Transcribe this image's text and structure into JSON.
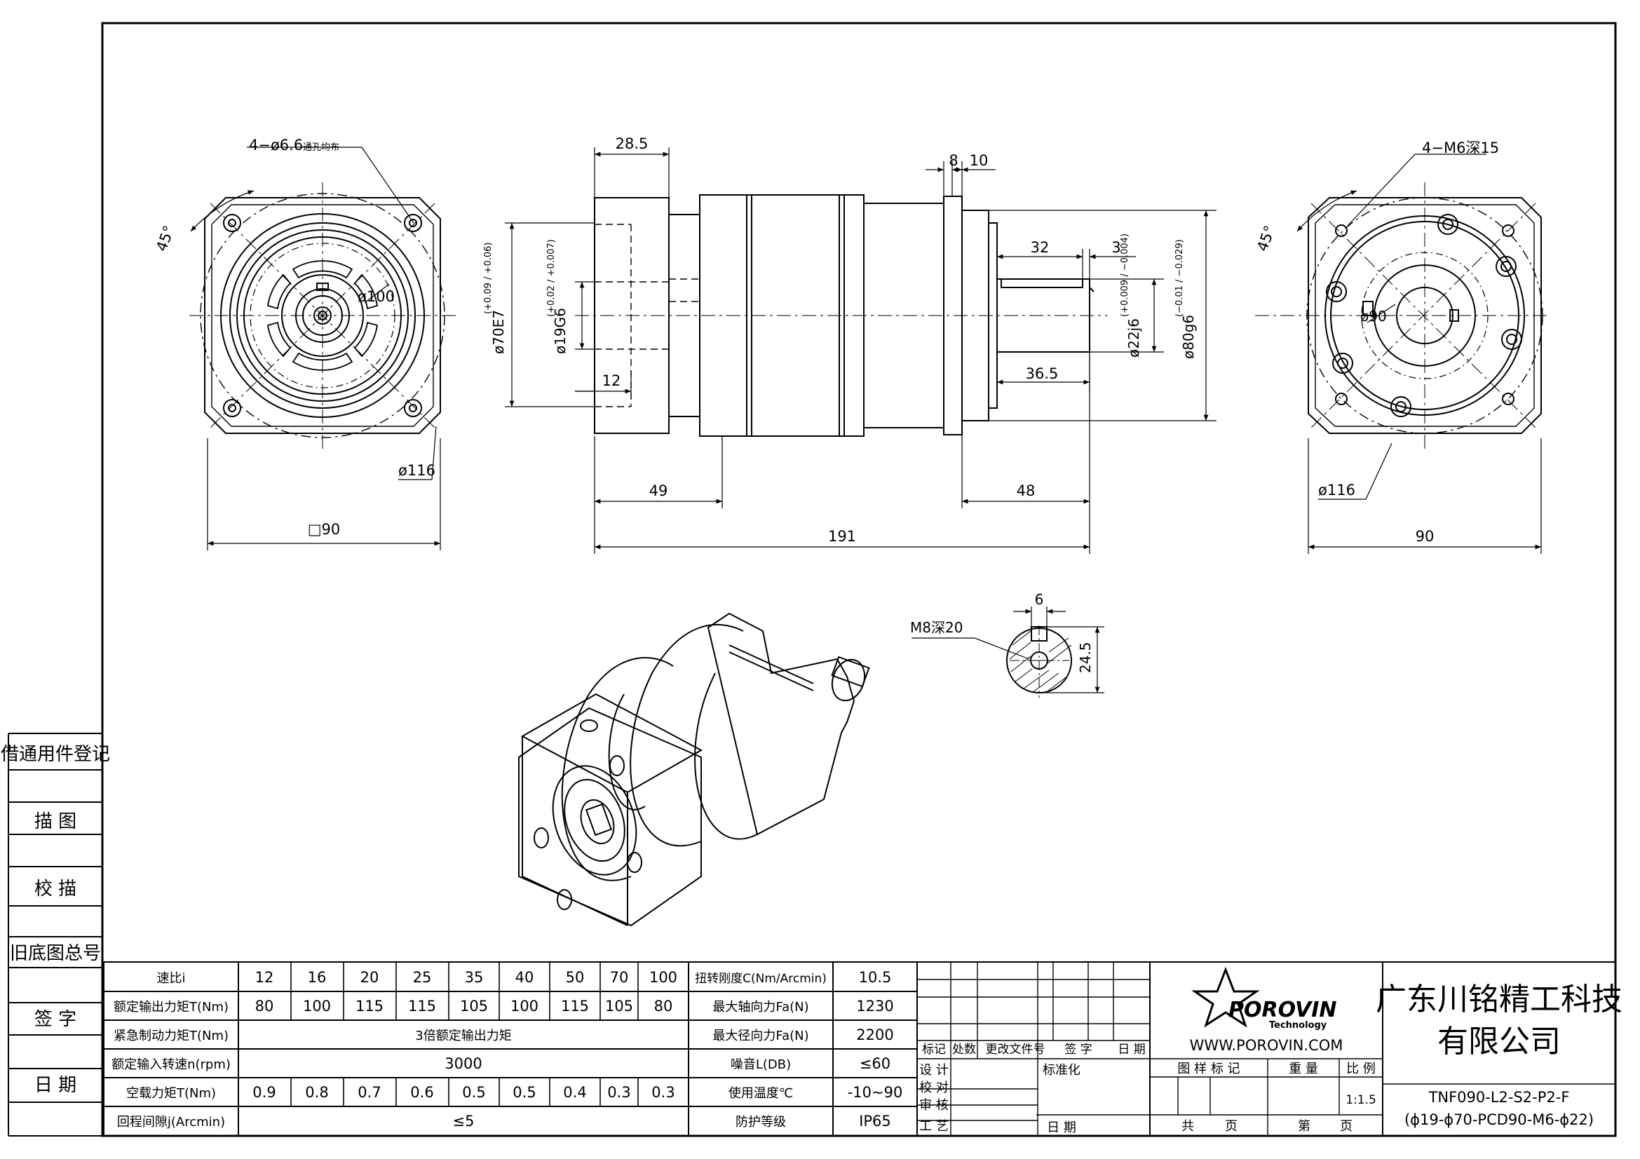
{
  "left_block": {
    "rows": [
      "借通用件登记",
      "描 图",
      "校 描",
      "旧底图总号",
      "签 字",
      "日 期"
    ]
  },
  "front_view": {
    "holes_note": "4−ø6.6",
    "holes_note_small": "通孔均布",
    "angle": "45°",
    "pcd": "ø100",
    "outer_dia": "ø116",
    "square": "□90"
  },
  "side_view": {
    "dims_top": {
      "flange_len": "28.5",
      "d8": "8",
      "d10": "10"
    },
    "dims_shaft": {
      "key_len": "32",
      "key_offset": "3",
      "shaft_len": "36.5"
    },
    "dims_bottom": {
      "d49": "49",
      "d48": "48",
      "total": "191"
    },
    "d12": "12",
    "dia_input_bore": "ø19G6",
    "tol_input_bore": "(+0.02 / +0.007)",
    "dia_input_pilot": "ø70E7",
    "tol_input_pilot": "(+0.09 / +0.06)",
    "dia_shaft": "ø22j6",
    "tol_shaft": "(+0.009 / −0.004)",
    "dia_output_pilot": "ø80g6",
    "tol_output_pilot": "(−0.01 / −0.029)"
  },
  "rear_view": {
    "thread_note": "4−M6深15",
    "angle": "45°",
    "pcd": "ø90",
    "outer_dia": "ø116",
    "width": "90"
  },
  "section_view": {
    "thread": "M8深20",
    "key_width": "6",
    "height": "24.5"
  },
  "spec_table": {
    "ratio_label": "速比i",
    "ratios": [
      "12",
      "16",
      "20",
      "25",
      "35",
      "40",
      "50",
      "70",
      "100"
    ],
    "rows": [
      {
        "label": "额定输出力矩T(Nm)",
        "values": [
          "80",
          "100",
          "115",
          "115",
          "105",
          "100",
          "115",
          "105",
          "80"
        ]
      },
      {
        "label": "紧急制动力矩T(Nm)",
        "merged": "3倍额定输出力矩"
      },
      {
        "label": "额定输入转速n(rpm)",
        "merged": "3000"
      },
      {
        "label": "空载力矩T(Nm)",
        "values": [
          "0.9",
          "0.8",
          "0.7",
          "0.6",
          "0.5",
          "0.5",
          "0.4",
          "0.3",
          "0.3"
        ]
      },
      {
        "label": "回程间隙j(Arcmin)",
        "merged": "≤5"
      }
    ],
    "right_rows": [
      {
        "label": "扭转刚度C(Nm/Arcmin)",
        "value": "10.5"
      },
      {
        "label": "最大轴向力Fa(N)",
        "value": "1230"
      },
      {
        "label": "最大径向力Fa(N)",
        "value": "2200"
      },
      {
        "label": "噪音L(DB)",
        "value": "≤60"
      },
      {
        "label": "使用温度℃",
        "value": "-10~90"
      },
      {
        "label": "防护等级",
        "value": "IP65"
      }
    ]
  },
  "title_block": {
    "rev_headers": [
      "标记",
      "处数",
      "更改文件号",
      "签 字",
      "日 期"
    ],
    "design_rows": [
      "设 计",
      "校 对",
      "审 核",
      "工 艺"
    ],
    "std_label": "标准化",
    "date_label": "日 期",
    "logo_text": "POROVIN",
    "logo_sub": "Technology",
    "website": "WWW.POROVIN.COM",
    "grid_headers": [
      "图 样 标 记",
      "重 量",
      "比 例"
    ],
    "scale": "1:1.5",
    "sheet_label_1": "共",
    "sheet_label_2": "页",
    "sheet_label_3": "第",
    "sheet_label_4": "页",
    "company_line1": "广东川铭精工科技",
    "company_line2": "有限公司",
    "part_no": "TNF090-L2-S2-P2-F",
    "part_desc": "(ϕ19-ϕ70-PCD90-M6-ϕ22)"
  }
}
